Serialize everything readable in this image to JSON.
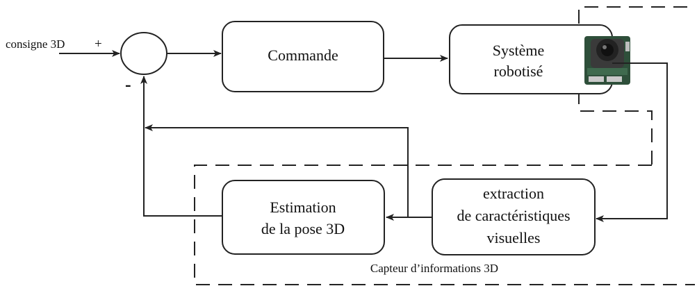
{
  "input_label": "consigne 3D",
  "plus_sign": "+",
  "minus_sign": "-",
  "blocks": {
    "commande": "Commande",
    "systeme": [
      "Système",
      "robotisé"
    ],
    "extraction": [
      "extraction",
      "de caractéristiques",
      "visuelles"
    ],
    "estimation": [
      "Estimation",
      "de la pose 3D"
    ]
  },
  "sensor_label": "Capteur d’informations 3D",
  "camera": {
    "name": "camera-module",
    "colors": {
      "pcb": "#2e4f3a",
      "lens": "#222222",
      "housing": "#3a3a3a"
    }
  }
}
